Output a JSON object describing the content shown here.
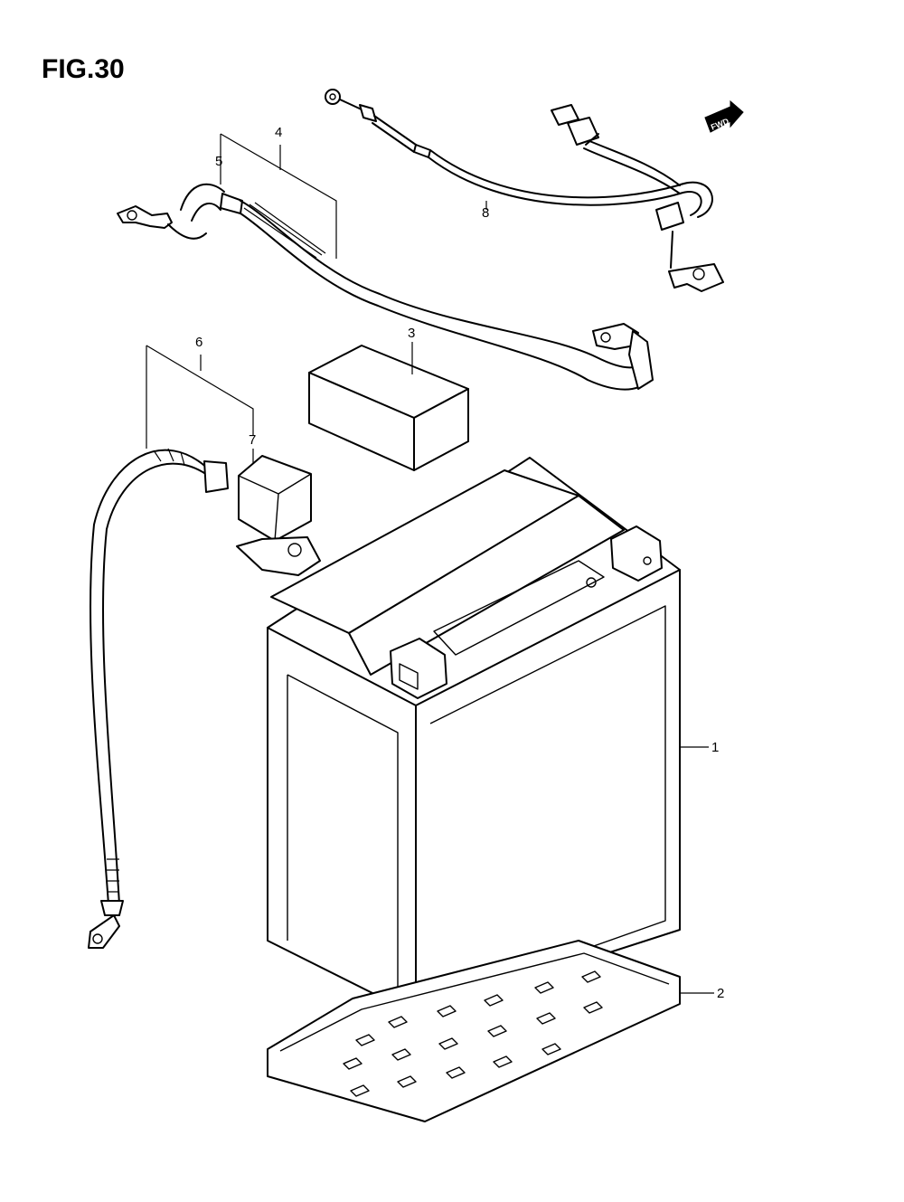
{
  "figure": {
    "title": "FIG.30"
  },
  "direction_marker": {
    "label": "FWD",
    "icon": "arrow-right-icon"
  },
  "callouts": [
    {
      "id": "1",
      "label": "1"
    },
    {
      "id": "2",
      "label": "2"
    },
    {
      "id": "3",
      "label": "3"
    },
    {
      "id": "4",
      "label": "4"
    },
    {
      "id": "5",
      "label": "5"
    },
    {
      "id": "6",
      "label": "6"
    },
    {
      "id": "7",
      "label": "7"
    },
    {
      "id": "8",
      "label": "8"
    }
  ]
}
